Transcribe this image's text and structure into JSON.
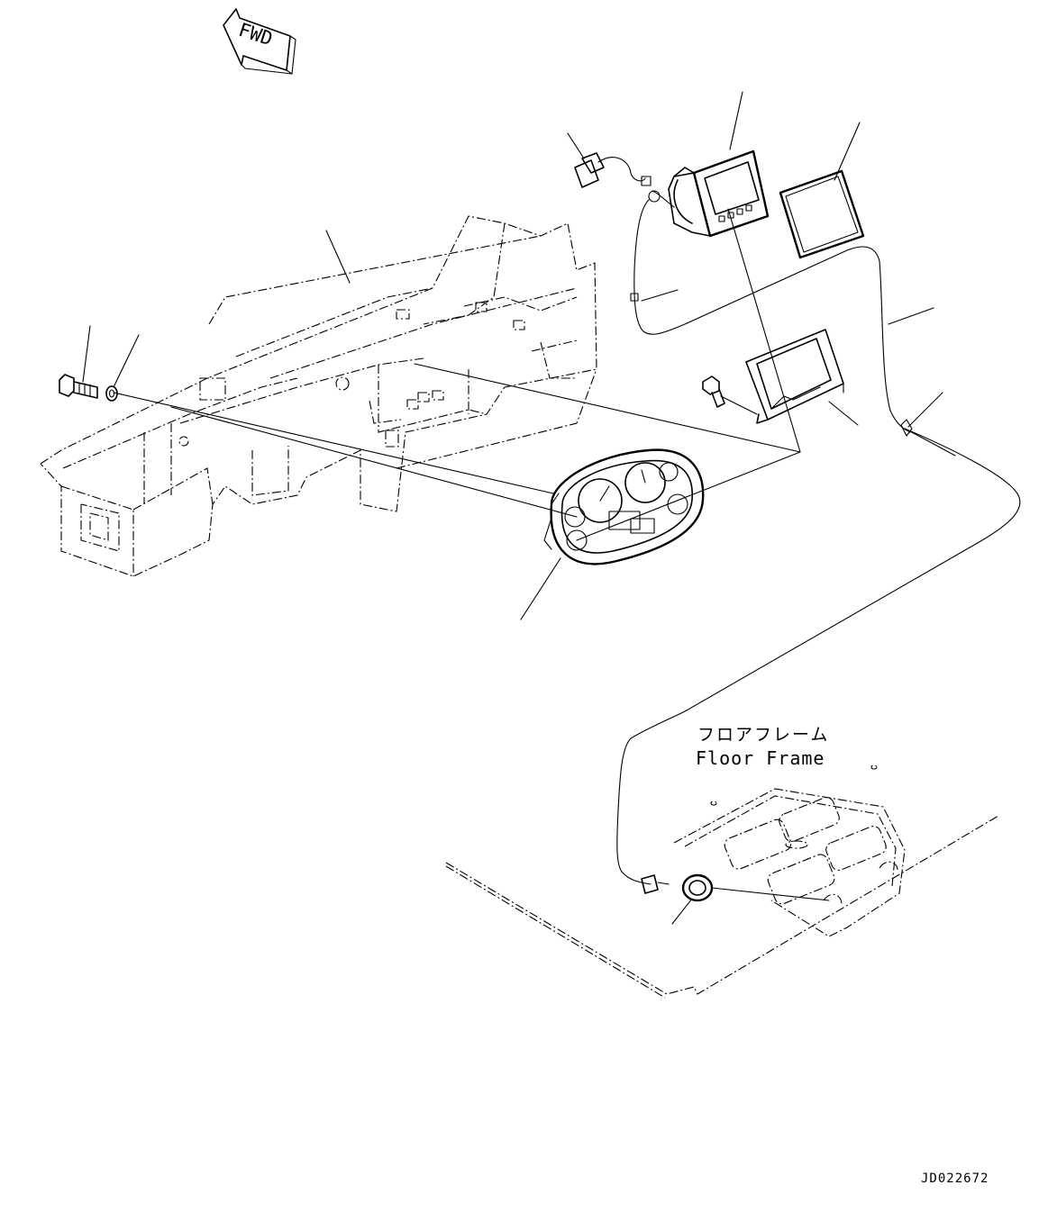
{
  "fwd_label": "FWD",
  "floor_frame": {
    "label_jp": "フロアフレーム",
    "label_en": "Floor Frame"
  },
  "drawing_number": "JD022672"
}
